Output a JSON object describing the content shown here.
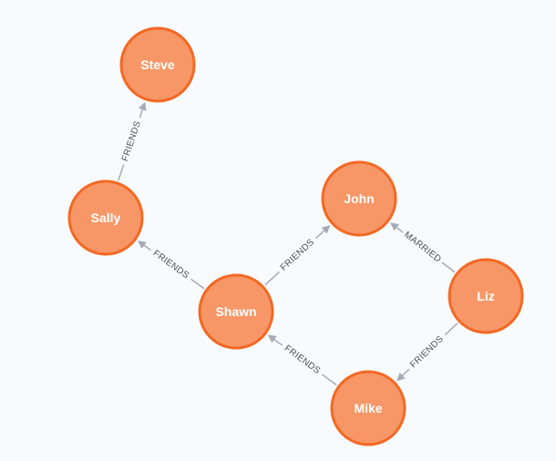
{
  "graph": {
    "node_color": "#f79767",
    "node_border_color": "#f36924",
    "relationship_color": "#a5abb6",
    "nodes": [
      {
        "id": "steve",
        "label": "Steve"
      },
      {
        "id": "sally",
        "label": "Sally"
      },
      {
        "id": "john",
        "label": "John"
      },
      {
        "id": "shawn",
        "label": "Shawn"
      },
      {
        "id": "liz",
        "label": "Liz"
      },
      {
        "id": "mike",
        "label": "Mike"
      }
    ],
    "relationships": [
      {
        "id": "sally-steve",
        "from": "sally",
        "to": "steve",
        "type": "FRIENDS"
      },
      {
        "id": "shawn-sally",
        "from": "shawn",
        "to": "sally",
        "type": "FRIENDS"
      },
      {
        "id": "shawn-john",
        "from": "shawn",
        "to": "john",
        "type": "FRIENDS"
      },
      {
        "id": "liz-john",
        "from": "liz",
        "to": "john",
        "type": "MARRIED"
      },
      {
        "id": "liz-mike",
        "from": "liz",
        "to": "mike",
        "type": "FRIENDS"
      },
      {
        "id": "mike-shawn",
        "from": "mike",
        "to": "shawn",
        "type": "FRIENDS"
      }
    ]
  }
}
